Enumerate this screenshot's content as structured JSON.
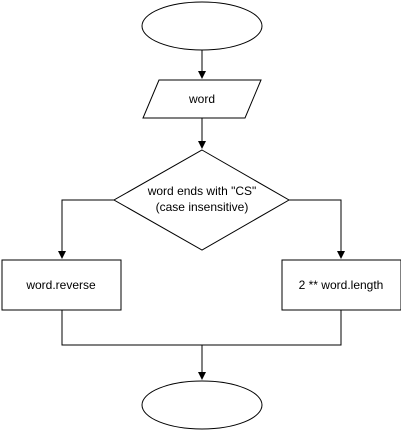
{
  "diagram": {
    "type": "flowchart",
    "nodes": {
      "start": {
        "shape": "ellipse",
        "label": ""
      },
      "input": {
        "shape": "parallelogram",
        "label": "word"
      },
      "decision": {
        "shape": "diamond",
        "label_line1": "word ends with \"CS\"",
        "label_line2": "(case insensitive)"
      },
      "left_process": {
        "shape": "rectangle",
        "label": "word.reverse"
      },
      "right_process": {
        "shape": "rectangle",
        "label": "2 ** word.length"
      },
      "end": {
        "shape": "ellipse",
        "label": ""
      }
    },
    "edges": [
      {
        "from": "start",
        "to": "input"
      },
      {
        "from": "input",
        "to": "decision"
      },
      {
        "from": "decision",
        "to": "left_process"
      },
      {
        "from": "decision",
        "to": "right_process"
      },
      {
        "from": "left_process",
        "to": "end"
      },
      {
        "from": "right_process",
        "to": "end"
      }
    ],
    "colors": {
      "stroke": "#000000",
      "fill": "#ffffff",
      "text": "#000000"
    }
  }
}
